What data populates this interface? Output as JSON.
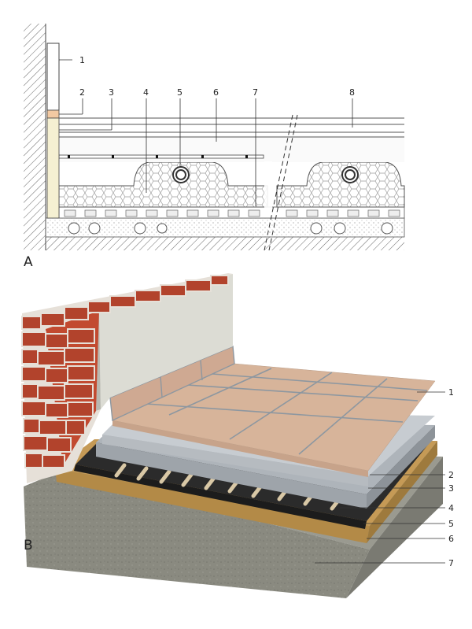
{
  "panels": [
    {
      "label": "A",
      "callouts": [
        "1",
        "2",
        "3",
        "4",
        "5",
        "6",
        "7",
        "8"
      ]
    },
    {
      "label": "B",
      "callouts": [
        "1",
        "2",
        "3",
        "4",
        "5",
        "6",
        "7"
      ]
    }
  ],
  "colors": {
    "brick": "#b2432c",
    "mortar": "#e6e0d8",
    "plaster": "#dcdcd4",
    "tile": "#d7b49a",
    "grout": "#8d97a0",
    "screed": "#b9bec4",
    "insulation_layer": "#c59a56",
    "membrane": "#2b2b2b",
    "pipe": "#d9c8a6",
    "concrete": "#8a8a80"
  }
}
